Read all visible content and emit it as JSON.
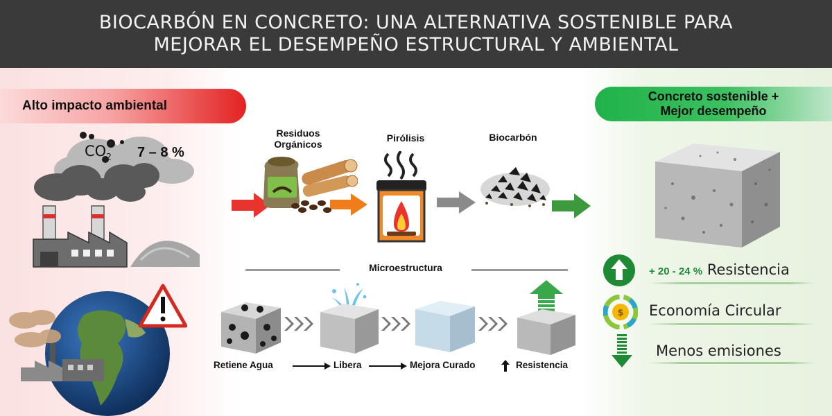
{
  "header": {
    "title_line1": "BIOCARBÓN EN CONCRETO: UNA ALTERNATIVA SOSTENIBLE PARA",
    "title_line2": "MEJORAR EL DESEMPEÑO ESTRUCTURAL Y AMBIENTAL"
  },
  "left": {
    "banner": "Alto impacto ambiental",
    "co2_label": "CO",
    "co2_sub": "2",
    "co2_percent": "7 – 8 %"
  },
  "process": {
    "step1_line1": "Residuos",
    "step1_line2": "Orgánicos",
    "step2": "Pirólisis",
    "step3": "Biocarbón"
  },
  "micro": {
    "title": "Microestructura",
    "flow": [
      "Retiene Agua",
      "Libera",
      "Mejora Curado",
      "Resistencia"
    ]
  },
  "right": {
    "banner_line1": "Concreto sostenible +",
    "banner_line2": "Mejor desempeño",
    "benefits": {
      "strength_value": "+ 20 - 24 %",
      "strength_label": "Resistencia",
      "circular": "Economía Circular",
      "emissions": "Menos emisiones"
    }
  },
  "colors": {
    "header_bg": "#3a3a3a",
    "alert_red": "#e32222",
    "sustain_green": "#20b24a",
    "arrow_red": "#e8332e",
    "arrow_orange": "#ef7d1a",
    "arrow_gray": "#8a8a8a",
    "arrow_green": "#3c9a3c"
  }
}
